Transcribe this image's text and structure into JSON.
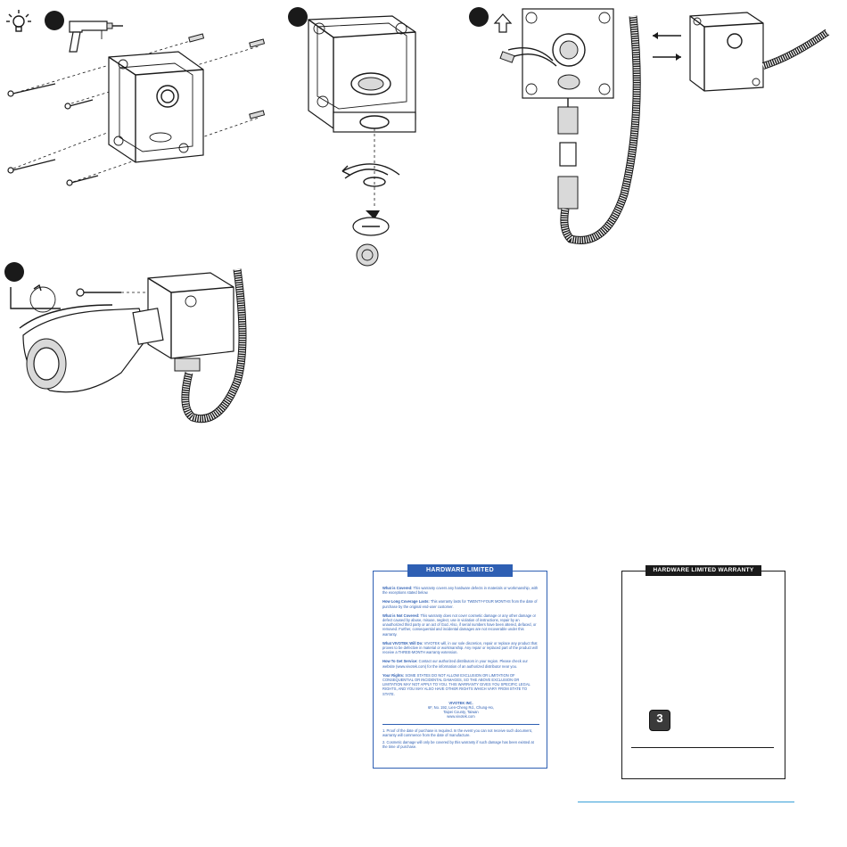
{
  "warranty_blue": {
    "title": "HARDWARE LIMITED WARRANTY",
    "sections": [
      {
        "heading": "What is Covered:",
        "text": "This warranty covers any hardware defects in materials or workmanship, with the exceptions stated below."
      },
      {
        "heading": "How Long Coverage Lasts:",
        "text": "This warranty lasts for TWENTY-FOUR MONTHS from the date of purchase by the original end-user customer."
      },
      {
        "heading": "What is Not Covered:",
        "text": "This warranty does not cover cosmetic damage or any other damage or defect caused by abuse, misuse, neglect, use in violation of instructions, repair by an unauthorized third party or an act of God. Also, if serial numbers have been altered, defaced, or removed. Further, consequential and incidental damages are not recoverable under this warranty."
      },
      {
        "heading": "What VIVOTEK Will Do:",
        "text": "VIVOTEK will, in our sole discretion, repair or replace any product that proves to be defective in material or workmanship. Any repair or replaced part of the product will receive a THREE-MONTH warranty extension."
      },
      {
        "heading": "How To Get Service:",
        "text": "Contact our authorized distributors in your region. Please check our website (www.vivotek.com) for the information of an authorized distributor near you."
      },
      {
        "heading": "Your Rights:",
        "text": "SOME STATES DO NOT ALLOW EXCLUSION OR LIMITATION OF CONSEQUENTIAL OR INCIDENTAL DAMAGES, SO THE ABOVE EXCLUSION OR LIMITATION MAY NOT APPLY TO YOU. THIS WARRANTY GIVES YOU SPECIFIC LEGAL RIGHTS, AND YOU MAY ALSO HAVE OTHER RIGHTS WHICH VARY FROM STATE TO STATE."
      }
    ],
    "company": "VIVOTEK INC.",
    "address_line1": "6F, No. 192, Lien-Cheng Rd., Chung-Ho,",
    "address_line2": "Taipei County, Taiwan",
    "website": "www.vivotek.com",
    "note1": "1. Proof of the date of purchase is required. In the event you can not receive such document, warranty will commence from the date of manufacture.",
    "note2": "2. Cosmetic damage will only be covered by this warranty if such damage has been existed at the time of purchase."
  },
  "warranty_black": {
    "title": "HARDWARE LIMITED WARRANTY",
    "logo_glyph": "3"
  },
  "colors": {
    "warranty_blue": "#2e5fb3",
    "ink": "#1a1a1a",
    "footer_rule": "#3aa0d8"
  },
  "icons": [
    "lightbulb-icon",
    "power-drill-icon",
    "rotate-arrow-icon",
    "up-arrow-icon",
    "hex-key-icon"
  ]
}
